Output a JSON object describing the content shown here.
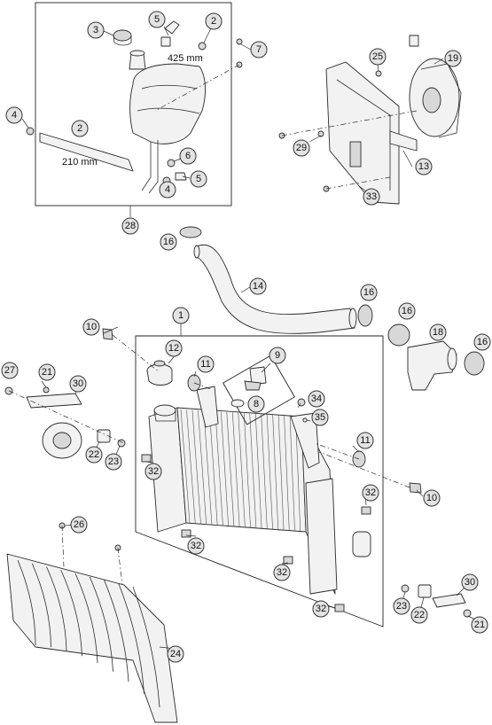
{
  "callouts": [
    {
      "id": "c-1",
      "label": "1"
    },
    {
      "id": "c-2a",
      "label": "2"
    },
    {
      "id": "c-2b",
      "label": "2"
    },
    {
      "id": "c-3",
      "label": "3"
    },
    {
      "id": "c-4a",
      "label": "4"
    },
    {
      "id": "c-4b",
      "label": "4"
    },
    {
      "id": "c-5a",
      "label": "5"
    },
    {
      "id": "c-5b",
      "label": "5"
    },
    {
      "id": "c-6",
      "label": "6"
    },
    {
      "id": "c-7",
      "label": "7"
    },
    {
      "id": "c-8",
      "label": "8"
    },
    {
      "id": "c-9",
      "label": "9"
    },
    {
      "id": "c-10a",
      "label": "10"
    },
    {
      "id": "c-10b",
      "label": "10"
    },
    {
      "id": "c-11a",
      "label": "11"
    },
    {
      "id": "c-11b",
      "label": "11"
    },
    {
      "id": "c-12",
      "label": "12"
    },
    {
      "id": "c-13",
      "label": "13"
    },
    {
      "id": "c-14",
      "label": "14"
    },
    {
      "id": "c-16a",
      "label": "16"
    },
    {
      "id": "c-16b",
      "label": "16"
    },
    {
      "id": "c-16c",
      "label": "16"
    },
    {
      "id": "c-16d",
      "label": "16"
    },
    {
      "id": "c-18",
      "label": "18"
    },
    {
      "id": "c-19",
      "label": "19"
    },
    {
      "id": "c-21a",
      "label": "21"
    },
    {
      "id": "c-21b",
      "label": "21"
    },
    {
      "id": "c-22a",
      "label": "22"
    },
    {
      "id": "c-22b",
      "label": "22"
    },
    {
      "id": "c-23a",
      "label": "23"
    },
    {
      "id": "c-23b",
      "label": "23"
    },
    {
      "id": "c-24",
      "label": "24"
    },
    {
      "id": "c-25",
      "label": "25"
    },
    {
      "id": "c-26",
      "label": "26"
    },
    {
      "id": "c-27",
      "label": "27"
    },
    {
      "id": "c-28",
      "label": "28"
    },
    {
      "id": "c-29",
      "label": "29"
    },
    {
      "id": "c-30a",
      "label": "30"
    },
    {
      "id": "c-30b",
      "label": "30"
    },
    {
      "id": "c-32a",
      "label": "32"
    },
    {
      "id": "c-32b",
      "label": "32"
    },
    {
      "id": "c-32c",
      "label": "32"
    },
    {
      "id": "c-32d",
      "label": "32"
    },
    {
      "id": "c-32e",
      "label": "32"
    },
    {
      "id": "c-33",
      "label": "33"
    },
    {
      "id": "c-34",
      "label": "34"
    },
    {
      "id": "c-35",
      "label": "35"
    }
  ],
  "dimensions": {
    "hose_long": "425 mm",
    "hose_short": "210 mm"
  }
}
